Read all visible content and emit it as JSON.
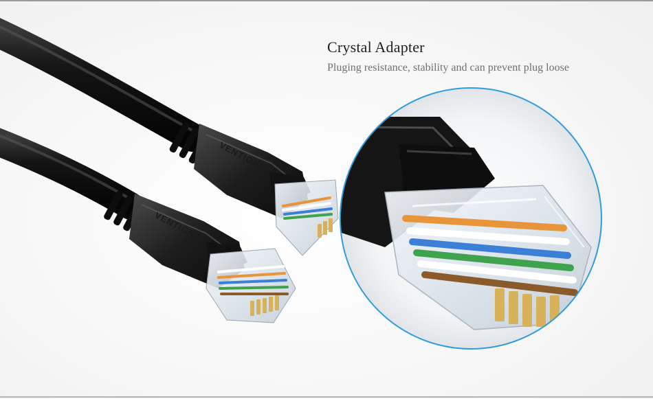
{
  "heading": {
    "title": "Crystal Adapter",
    "subtitle": "Pluging resistance, stability and can prevent plug loose"
  },
  "brand": {
    "embossed_mark": "VENTION"
  },
  "colors": {
    "cable_black": "#111111",
    "boot_black": "#1c1c1c",
    "magnifier_ring": "#2f9bdc",
    "wire_orange": "#e8953a",
    "wire_blue": "#3c7fd6",
    "wire_green": "#3fa34d",
    "wire_brown": "#8a5a2b",
    "gold_pin": "#d8b25a"
  }
}
